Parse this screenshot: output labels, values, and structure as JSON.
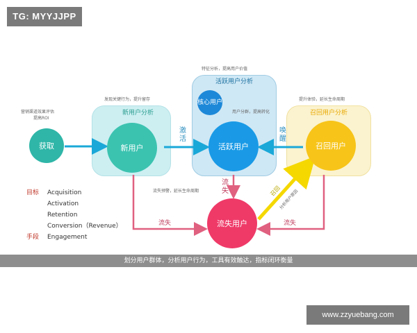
{
  "tag": "TG: MYYJJPP",
  "watermark": "www.zzyuebang.com",
  "banner": "划分用户群体，分析用户行为，工具有效触达，指标闭环衡量",
  "colors": {
    "new": "#3bc3b0",
    "active": "#1a9ae6",
    "core": "#1d88d8",
    "recall": "#f7c419",
    "churn": "#ef3a68",
    "arrow_blue": "#1aa8d8",
    "arrow_red": "#e06080",
    "arrow_yellow": "#f5d800"
  },
  "nodes": {
    "acquire": {
      "label": "获取",
      "note": "营销渠道效果评估",
      "note2": "提高ROI"
    },
    "new": {
      "label": "新用户",
      "panel_title": "新用户分析",
      "note": "发现关键行为，提升留存"
    },
    "active": {
      "label": "活跃用户",
      "panel_title": "活跃用户分析",
      "note": "特征分析，提高用户价值"
    },
    "core": {
      "label": "核心用户"
    },
    "core_note": "用户分群，提高转化",
    "recall": {
      "label": "召回用户",
      "panel_title": "召回用户分析",
      "note": "提升体验，延长生命周期"
    },
    "churn": {
      "label": "流失用户"
    }
  },
  "arrows": {
    "activate": "激活",
    "awaken": "唤醒",
    "churn_left": "流失",
    "churn_right": "流失",
    "churn_center": "流失",
    "churn_warning": "流失预警，延长生命周期",
    "recall": "召回",
    "recall_note": "分析用户原因"
  },
  "goals": {
    "goal_key": "目标",
    "items": [
      "Acquisition",
      "Activation",
      "Retention",
      "Conversion（Revenue）"
    ],
    "means_key": "手段",
    "means": "Engagement"
  }
}
